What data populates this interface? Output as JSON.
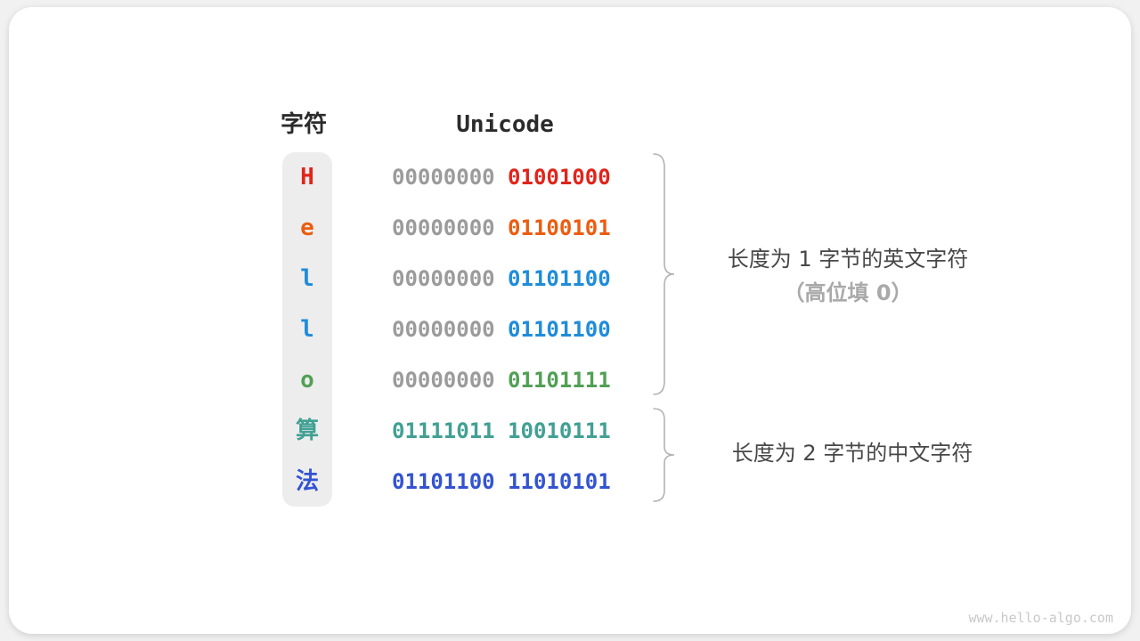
{
  "header": {
    "char_col_label": "字符",
    "unicode_col_label": "Unicode"
  },
  "table": {
    "gray_byte_color": "#9b9b9b",
    "rows": [
      {
        "char": "H",
        "byte1": "00000000",
        "byte2": "01001000",
        "color": "#e1241a",
        "byte1_colored": false
      },
      {
        "char": "e",
        "byte1": "00000000",
        "byte2": "01100101",
        "color": "#ec5c10",
        "byte1_colored": false
      },
      {
        "char": "l",
        "byte1": "00000000",
        "byte2": "01101100",
        "color": "#1f8cda",
        "byte1_colored": false
      },
      {
        "char": "l",
        "byte1": "00000000",
        "byte2": "01101100",
        "color": "#1f8cda",
        "byte1_colored": false
      },
      {
        "char": "o",
        "byte1": "00000000",
        "byte2": "01101111",
        "color": "#51a055",
        "byte1_colored": false
      },
      {
        "char": "算",
        "byte1": "01111011",
        "byte2": "10010111",
        "color": "#41a093",
        "byte1_colored": true
      },
      {
        "char": "法",
        "byte1": "01101100",
        "byte2": "11010101",
        "color": "#3353d2",
        "byte1_colored": true
      }
    ]
  },
  "annotations": {
    "group1_line1": "长度为 1 字节的英文字符",
    "group1_line2": "（高位填 0）",
    "group2_line1": "长度为 2 字节的中文字符"
  },
  "colors": {
    "brace": "#b3b3b3",
    "header_text": "#2b2b2b",
    "annotation_text": "#474747",
    "annotation_sub_text": "#a9a9a9",
    "watermark_text": "#c9c9c9",
    "char_column_bg": "#ededed",
    "card_bg": "#ffffff"
  },
  "watermark": "www.hello-algo.com"
}
